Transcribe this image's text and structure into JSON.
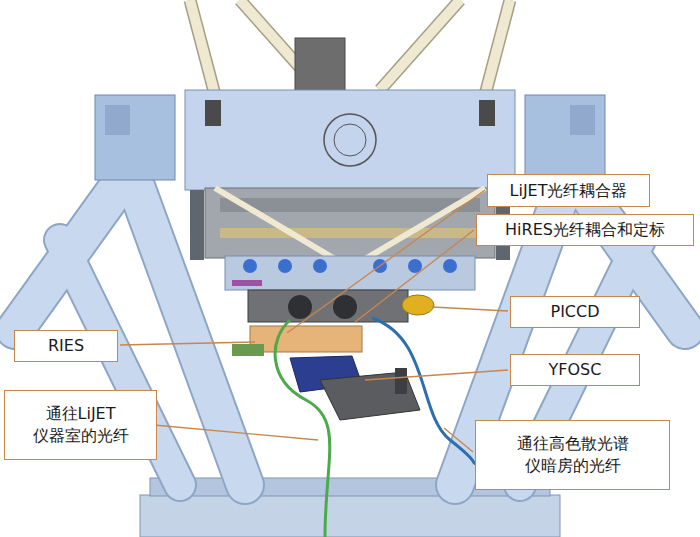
{
  "diagram": {
    "nodes": [
      {
        "text": [
          "LiJET光纤耦合器"
        ]
      },
      {
        "text": [
          "HiRES光纤耦合和定标"
        ]
      },
      {
        "text": [
          "PICCD"
        ]
      },
      {
        "text": [
          "RIES"
        ]
      },
      {
        "text": [
          "YFOSC"
        ]
      },
      {
        "text": [
          "通往LiJET 仪器室的光纤"
        ]
      },
      {
        "text": [
          "通往高色散光谱 仪暗房的光纤"
        ]
      }
    ]
  }
}
